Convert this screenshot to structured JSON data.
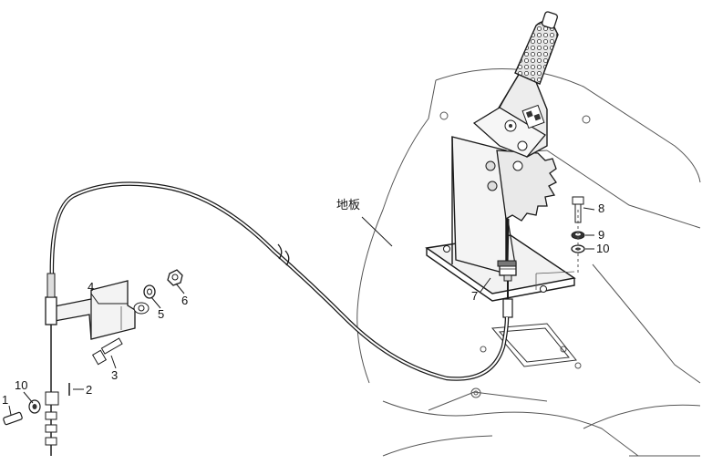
{
  "callouts": {
    "c1": "1",
    "c2": "2",
    "c3": "3",
    "c4": "4",
    "c5": "5",
    "c6": "6",
    "c7": "7",
    "c8": "8",
    "c9": "9",
    "c10a": "10",
    "c10b": "10"
  },
  "floor_label": "地板",
  "colors": {
    "line": "#1a1a1a",
    "thin": "#555555",
    "fill": "#f2f2f2",
    "dark": "#333333"
  }
}
